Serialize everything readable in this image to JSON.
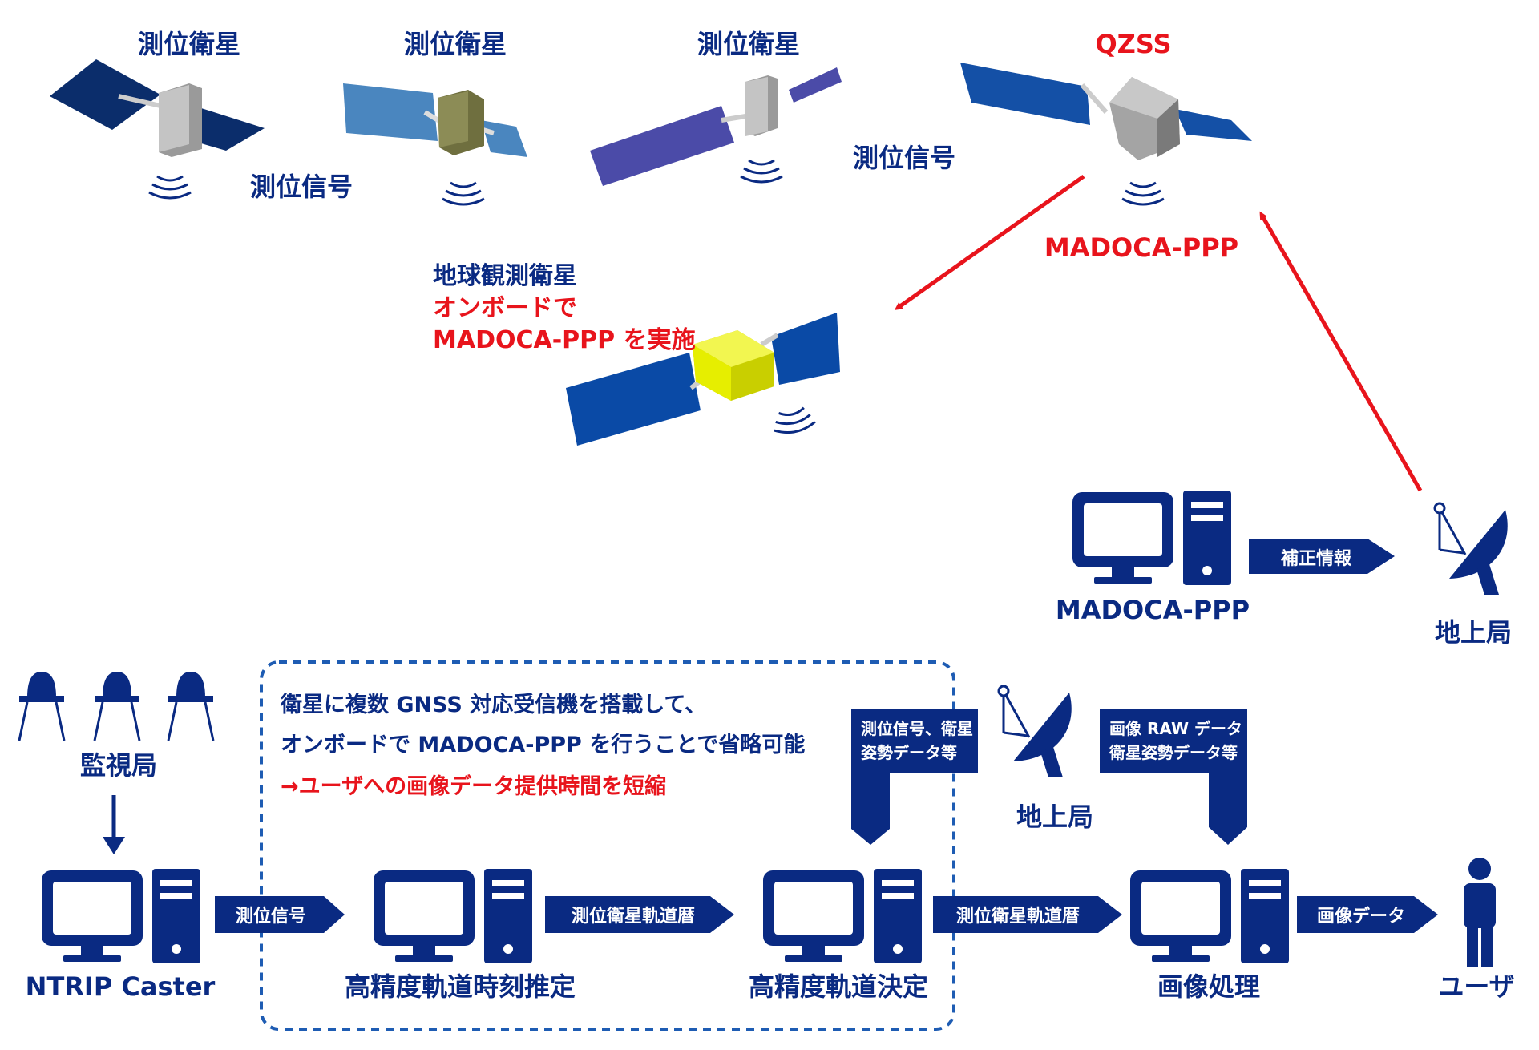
{
  "colors": {
    "navy": "#0a2a82",
    "red": "#e8141c",
    "white": "#ffffff",
    "panel_dark": "#0b2d6b",
    "panel_light": "#4a86bf",
    "panel_purple": "#4b4ba8",
    "panel_blue": "#1450a6",
    "bus_gray": "#b8b8b8",
    "bus_olive": "#8c8c56",
    "bus_yellow": "#e6ee00",
    "dashed_border": "#1e5cb3"
  },
  "satellites": {
    "sat1_label": "測位衛星",
    "sat2_label": "測位衛星",
    "sat3_label": "測位衛星",
    "qzss_label": "QZSS",
    "signal_label_left": "測位信号",
    "signal_label_right": "測位信号",
    "madoca_label": "MADOCA-PPP"
  },
  "earth_obs": {
    "title": "地球観測衛星",
    "line2": "オンボードで",
    "line3": "MADOCA-PPP を実施"
  },
  "ground_top": {
    "madoca_pc_label": "MADOCA-PPP",
    "arrow_label": "補正情報",
    "station_label": "地上局"
  },
  "monitor": {
    "label": "監視局"
  },
  "pipeline": {
    "ntrip_label": "NTRIP Caster",
    "arrow1": "測位信号",
    "est_label": "高精度軌道時刻推定",
    "arrow2": "測位衛星軌道暦",
    "det_label": "高精度軌道決定",
    "arrow3": "測位衛星軌道暦",
    "img_label": "画像処理",
    "arrow4": "画像データ",
    "user_label": "ユーザ"
  },
  "callouts": {
    "left_line1": "測位信号、衛星",
    "left_line2": "姿勢データ等",
    "station_label": "地上局",
    "right_line1": "画像 RAW データ",
    "right_line2": "衛星姿勢データ等"
  },
  "note": {
    "line1": "衛星に複数 GNSS 対応受信機を搭載して、",
    "line2": "オンボードで MADOCA-PPP を行うことで省略可能",
    "line3": "→ユーザへの画像データ提供時間を短縮"
  }
}
